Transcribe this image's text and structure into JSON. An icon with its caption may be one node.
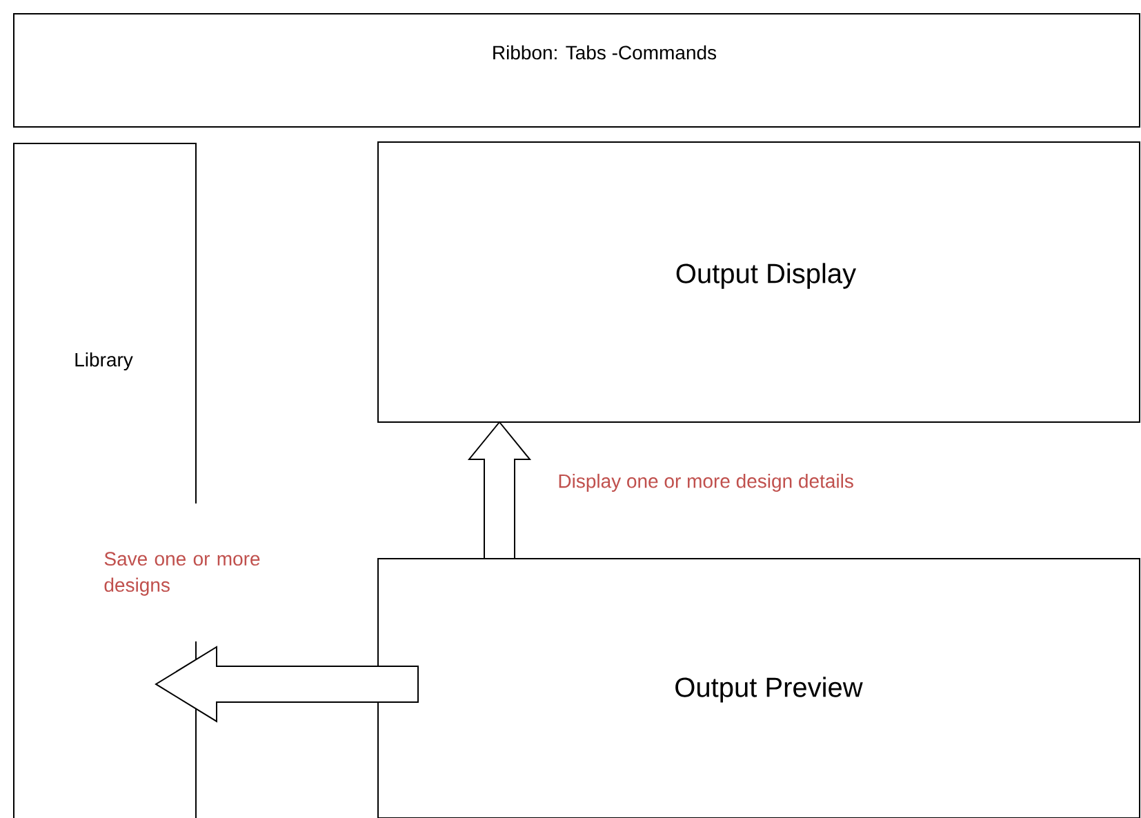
{
  "diagram": {
    "nodes": [
      {
        "text": [
          "Ribbon: Tabs -Commands"
        ]
      },
      {
        "text": [
          "Library"
        ]
      },
      {
        "text": [
          "Output Display"
        ]
      },
      {
        "text": [
          "Output Preview"
        ]
      }
    ],
    "edges": [
      {
        "from": 3,
        "to": 2,
        "arrow": "to",
        "label": "Display one or more design details"
      },
      {
        "from": 3,
        "to": 1,
        "arrow": "to",
        "label": "Save one or more designs"
      }
    ]
  }
}
